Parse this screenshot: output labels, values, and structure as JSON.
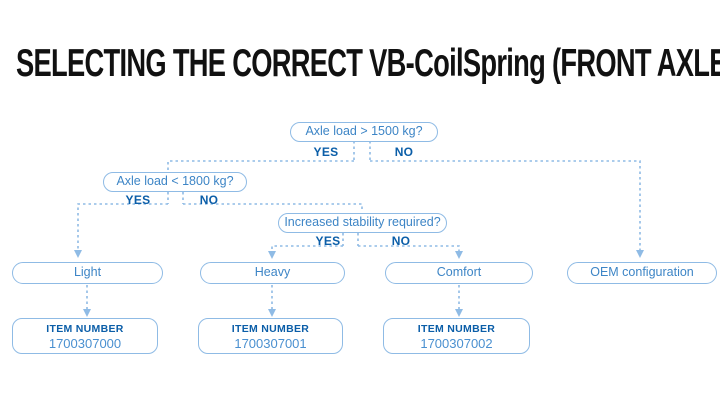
{
  "title": "SELECTING THE CORRECT VB-CoilSpring (FRONT AXLE)",
  "colors": {
    "line_blue": "#8fbbe5",
    "question_blue": "#3d85c6",
    "bold_blue": "#0b5ea8",
    "number_blue": "#4a90d0",
    "title_black": "#111111"
  },
  "flowchart": {
    "decisions": [
      {
        "question": "Axle load > 1500 kg?",
        "yes_label": "YES",
        "no_label": "NO"
      },
      {
        "question": "Axle load < 1800 kg?",
        "yes_label": "YES",
        "no_label": "NO"
      },
      {
        "question": "Increased stability required?",
        "yes_label": "YES",
        "no_label": "NO"
      }
    ],
    "outcomes": [
      {
        "label": "Light"
      },
      {
        "label": "Heavy"
      },
      {
        "label": "Comfort"
      },
      {
        "label": "OEM configuration"
      }
    ],
    "items": [
      {
        "heading": "ITEM NUMBER",
        "number": "1700307000"
      },
      {
        "heading": "ITEM NUMBER",
        "number": "1700307001"
      },
      {
        "heading": "ITEM NUMBER",
        "number": "1700307002"
      }
    ]
  }
}
